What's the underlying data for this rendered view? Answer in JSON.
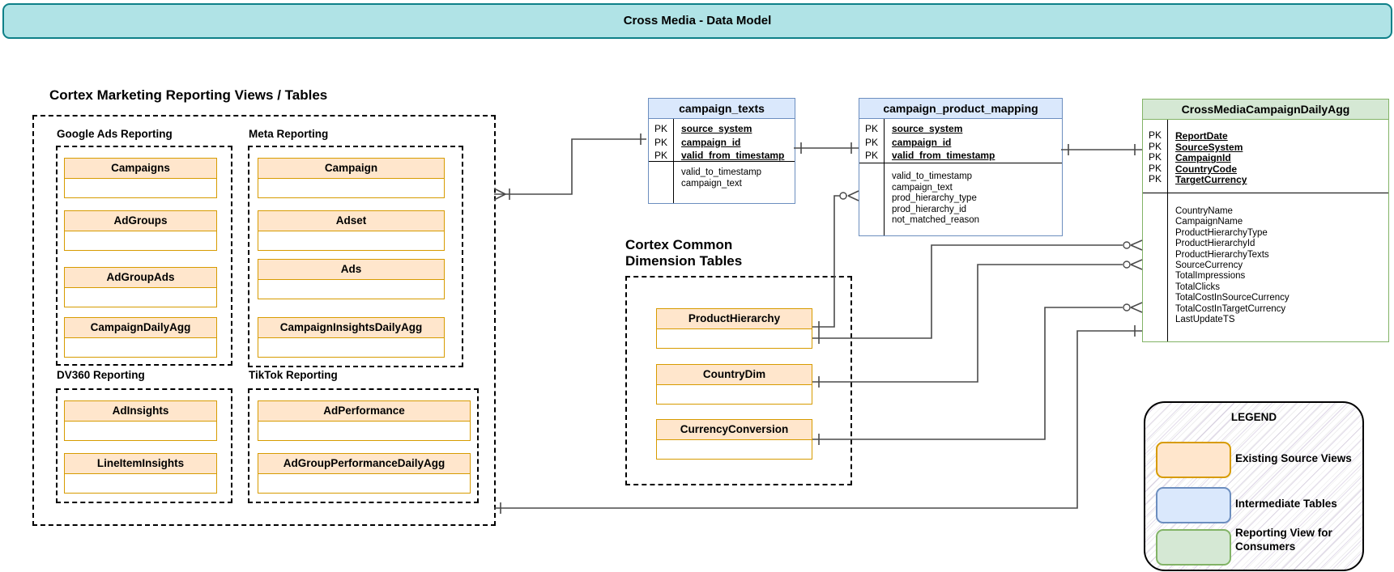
{
  "banner": {
    "title": "Cross Media - Data Model"
  },
  "marketing": {
    "title": "Cortex Marketing Reporting Views / Tables",
    "groups": [
      {
        "label": "Google Ads Reporting",
        "entities": [
          "Campaigns",
          "AdGroups",
          "AdGroupAds",
          "CampaignDailyAgg"
        ]
      },
      {
        "label": "Meta Reporting",
        "entities": [
          "Campaign",
          "Adset",
          "Ads",
          "CampaignInsightsDailyAgg"
        ]
      },
      {
        "label": "DV360 Reporting",
        "entities": [
          "AdInsights",
          "LineItemInsights"
        ]
      },
      {
        "label": "TikTok Reporting",
        "entities": [
          "AdPerformance",
          "AdGroupPerformanceDailyAgg"
        ]
      }
    ]
  },
  "common_dimensions": {
    "title_line1": "Cortex Common",
    "title_line2": "Dimension Tables",
    "entities": [
      "ProductHierarchy",
      "CountryDim",
      "CurrencyConversion"
    ]
  },
  "tables": {
    "pk_label": "PK",
    "campaign_texts": {
      "name": "campaign_texts",
      "pk_fields": [
        "source_system",
        "campaign_id",
        "valid_from_timestamp"
      ],
      "fields": [
        "valid_to_timestamp",
        "campaign_text"
      ]
    },
    "campaign_product_mapping": {
      "name": "campaign_product_mapping",
      "pk_fields": [
        "source_system",
        "campaign_id",
        "valid_from_timestamp"
      ],
      "fields": [
        "valid_to_timestamp",
        "campaign_text",
        "prod_hierarchy_type",
        "prod_hierarchy_id",
        "not_matched_reason"
      ]
    },
    "cross_media": {
      "name": "CrossMediaCampaignDailyAgg",
      "pk_fields": [
        "ReportDate",
        "SourceSystem",
        "CampaignId",
        "CountryCode",
        "TargetCurrency"
      ],
      "fields": [
        "CountryName",
        "CampaignName",
        "ProductHierarchyType",
        "ProductHierarchyId",
        "ProductHierarchyTexts",
        "SourceCurrency",
        "TotalImpressions",
        "TotalClicks",
        "TotalCostInSourceCurrency",
        "TotalCostInTargetCurrency",
        "LastUpdateTS"
      ]
    }
  },
  "legend": {
    "title": "LEGEND",
    "items": [
      {
        "label": "Existing Source Views",
        "fill": "#ffe6cc",
        "border": "#d79b00"
      },
      {
        "label": "Intermediate Tables",
        "fill": "#dae8fc",
        "border": "#6c8ebf"
      },
      {
        "label": "Reporting View for\nConsumers",
        "fill": "#d5e8d4",
        "border": "#82b366"
      }
    ]
  },
  "colors": {
    "banner_fill": "#b0e3e6",
    "banner_border": "#0e8088",
    "source_view_fill": "#ffe6cc",
    "source_view_border": "#d79b00",
    "intermediate_fill": "#dae8fc",
    "intermediate_border": "#6c8ebf",
    "reporting_fill": "#d5e8d4",
    "reporting_border": "#82b366",
    "connector": "#4a4a4a"
  }
}
